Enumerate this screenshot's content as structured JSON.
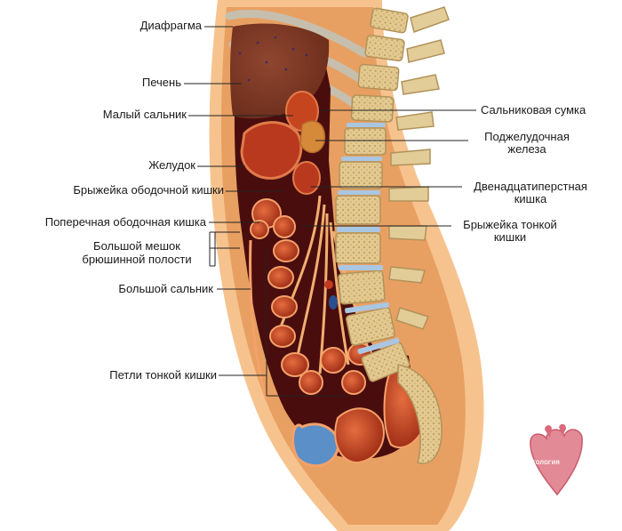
{
  "labels": {
    "diaphragm": "Диафрагма",
    "liver": "Печень",
    "lesser_omentum": "Малый сальник",
    "stomach": "Желудок",
    "transverse_mesocolon": "Брыжейка ободочной кишки",
    "transverse_colon": "Поперечная ободочная кишка",
    "greater_sac_line1": "Большой мешок",
    "greater_sac_line2": "брюшинной полости",
    "greater_omentum": "Большой сальник",
    "small_intestine_loops": "Петли тонкой кишки",
    "omental_bursa": "Сальниковая сумка",
    "pancreas_line1": "Поджелудочная",
    "pancreas_line2": "железа",
    "duodenum_line1": "Двенадцатиперстная",
    "duodenum_line2": "кишка",
    "mesentery_line1": "Брыжейка тонкой",
    "mesentery_line2": "кишки"
  },
  "watermark": {
    "text": "ПАТОЛОГИЯ"
  },
  "colors": {
    "skin": "#f6c38e",
    "body_wall": "#e8a062",
    "peritoneal_cavity": "#4a0d0d",
    "organ": "#b8391e",
    "organ_light": "#e06a3c",
    "liver": "#7a3522",
    "bone": "#e9d3a4",
    "disc": "#a9c6e2",
    "leader": "#222222"
  }
}
